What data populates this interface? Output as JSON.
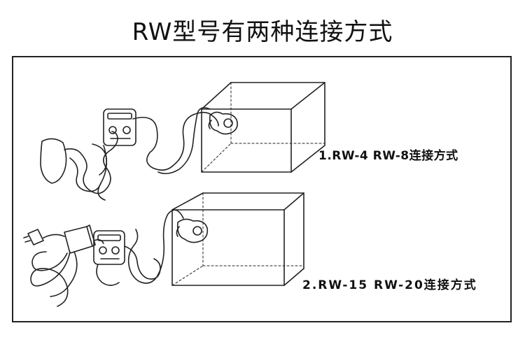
{
  "title": "RW型号有两种连接方式",
  "methods": [
    {
      "caption": "1.RW-4  RW-8连接方式"
    },
    {
      "caption": "2.RW-15  RW-20连接方式"
    }
  ],
  "colors": {
    "line": "#222222",
    "background": "#ffffff"
  }
}
